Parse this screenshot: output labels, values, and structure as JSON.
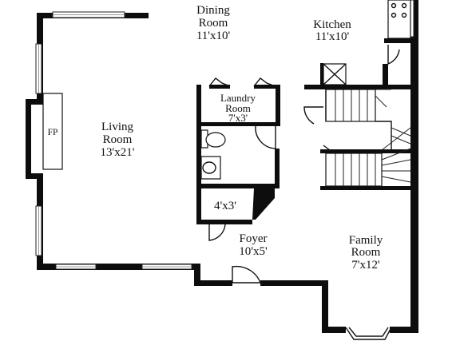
{
  "rooms": {
    "dining": {
      "name_line1": "Dining",
      "name_line2": "Room",
      "size": "11'x10'"
    },
    "kitchen": {
      "name": "Kitchen",
      "size": "11'x10'"
    },
    "laundry": {
      "name_line1": "Laundry",
      "name_line2": "Room",
      "size": "7'x3'"
    },
    "living": {
      "name_line1": "Living",
      "name_line2": "Room",
      "size": "13'x21'"
    },
    "closet": {
      "size": "4'x3'"
    },
    "foyer": {
      "name": "Foyer",
      "size": "10'x5'"
    },
    "family": {
      "name_line1": "Family",
      "name_line2": "Room",
      "size": "7'x12'"
    }
  },
  "fireplace": {
    "label": "FP"
  },
  "colors": {
    "wall": "#0d0d0d",
    "background": "#ffffff"
  }
}
